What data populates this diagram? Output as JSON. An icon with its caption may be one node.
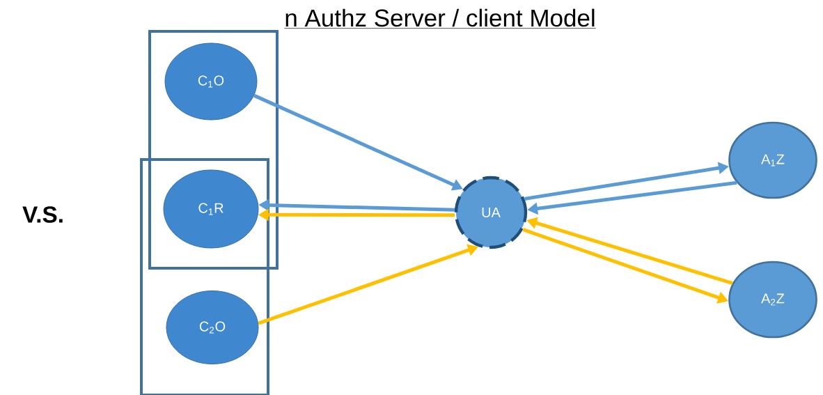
{
  "diagram": {
    "title": "n  Authz Server / client Model",
    "nodes": [
      {
        "text": [],
        "shape": "box"
      },
      {
        "text": [
          "C$_{1}$O"
        ],
        "in": 0
      },
      {
        "text": [
          "C$_{1}$R"
        ]
      },
      {
        "text": [],
        "shape": "box"
      },
      {
        "text": [
          "C$_{2}$O"
        ],
        "in": 3
      },
      {
        "text": [
          "UA"
        ]
      },
      {
        "text": [
          "A$_{1}$Z"
        ]
      },
      {
        "text": [
          "A$_{2}$Z"
        ]
      }
    ],
    "edges": [
      {
        "from": 1,
        "to": 5,
        "arrow": "to",
        "color": "#5b9bd5"
      },
      {
        "from": 5,
        "to": 2,
        "arrow": "to",
        "color": "#5b9bd5"
      },
      {
        "from": 5,
        "to": 2,
        "arrow": "to",
        "color": "#ffc000"
      },
      {
        "from": 4,
        "to": 5,
        "arrow": "to",
        "color": "#ffc000"
      },
      {
        "from": 5,
        "to": 6,
        "arrow": "to",
        "color": "#5b9bd5"
      },
      {
        "from": 6,
        "to": 5,
        "arrow": "to",
        "color": "#5b9bd5"
      },
      {
        "from": 7,
        "to": 5,
        "arrow": "to",
        "color": "#ffc000"
      },
      {
        "from": 5,
        "to": 7,
        "arrow": "to",
        "color": "#ffc000"
      }
    ],
    "labels": [
      "V.S."
    ]
  }
}
